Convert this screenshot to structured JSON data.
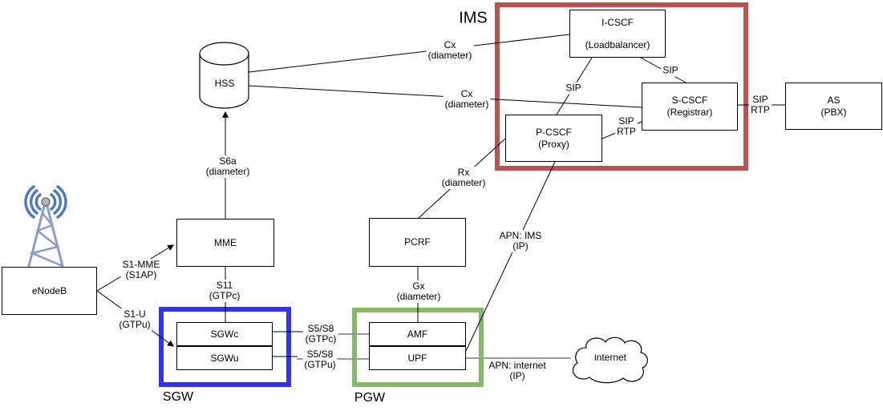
{
  "groups": {
    "sgw": {
      "label": "SGW",
      "border_color": "#3333f0"
    },
    "pgw": {
      "label": "PGW",
      "border_color": "#85b868"
    },
    "ims": {
      "label": "IMS",
      "border_color": "#b85450"
    }
  },
  "nodes": {
    "enodeb": {
      "label": "eNodeB"
    },
    "hss": {
      "label": "HSS"
    },
    "mme": {
      "label": "MME"
    },
    "sgwc": {
      "label": "SGWc"
    },
    "sgwu": {
      "label": "SGWu"
    },
    "pcrf": {
      "label": "PCRF"
    },
    "amf": {
      "label": "AMF"
    },
    "upf": {
      "label": "UPF"
    },
    "icscf": {
      "label": "I-CSCF",
      "sublabel": "(Loadbalancer)"
    },
    "scscf": {
      "label": "S-CSCF",
      "sublabel": "(Registrar)"
    },
    "pcscf": {
      "label": "P-CSCF",
      "sublabel": "(Proxy)"
    },
    "as_pbx": {
      "label": "AS",
      "sublabel": "(PBX)"
    },
    "internet": {
      "label": "internet"
    }
  },
  "edge_labels": {
    "s1_mme": {
      "line1": "S1-MME",
      "line2": "(S1AP)"
    },
    "s1_u": {
      "line1": "S1-U",
      "line2": "(GTPu)"
    },
    "s6a": {
      "line1": "S6a",
      "line2": "(diameter)"
    },
    "s11": {
      "line1": "S11",
      "line2": "(GTPc)"
    },
    "s5s8_gtpc": {
      "line1": "S5/S8",
      "line2": "(GTPc)"
    },
    "s5s8_gtpu": {
      "line1": "S5/S8",
      "line2": "(GTPu)"
    },
    "gx": {
      "line1": "Gx",
      "line2": "(diameter)"
    },
    "rx": {
      "line1": "Rx",
      "line2": "(diameter)"
    },
    "cx_icscf": {
      "line1": "Cx",
      "line2": "(diameter)"
    },
    "cx_scscf": {
      "line1": "Cx",
      "line2": "(diameter)"
    },
    "sip_icscf_pcscf": {
      "line1": "SIP"
    },
    "sip_icscf_scscf": {
      "line1": "SIP"
    },
    "siprtp_pcscf_scscf": {
      "line1": "SIP",
      "line2": "RTP"
    },
    "siprtp_scscf_as": {
      "line1": "SIP",
      "line2": "RTP"
    },
    "apn_ims": {
      "line1": "APN: IMS",
      "line2": "(IP)"
    },
    "apn_internet": {
      "line1": "APN: internet",
      "line2": "(IP)"
    }
  },
  "colors": {
    "edge_line": "#000000",
    "user_plane_line": "#999999",
    "sgw_border": "#3333f0",
    "pgw_border": "#85b868",
    "ims_border": "#b85450",
    "antenna_mast": "#8a9cc9",
    "antenna_waves": "#4f79c1"
  }
}
